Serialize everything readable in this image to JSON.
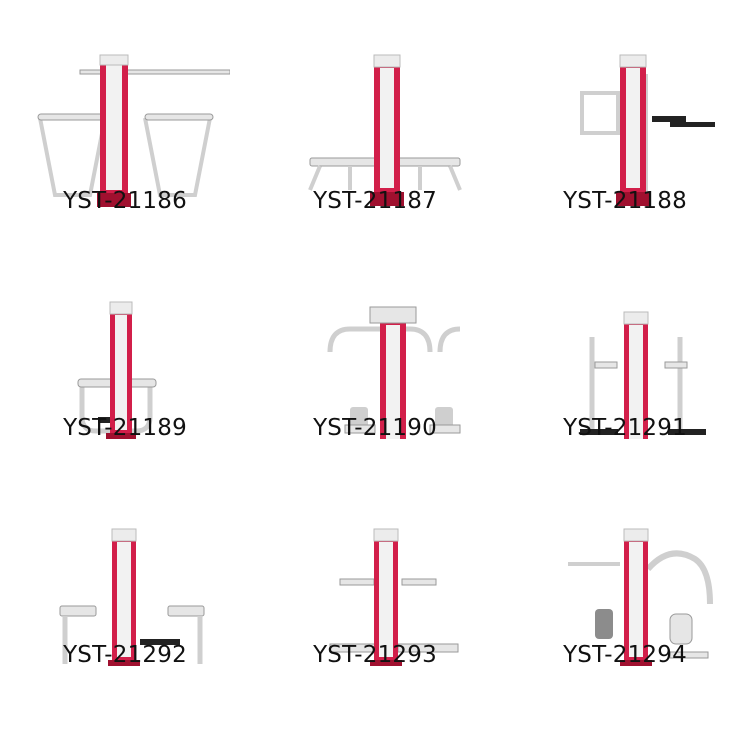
{
  "colors": {
    "frame_red": "#d21f4a",
    "frame_red_dark": "#a0102f",
    "steel": "#e6e6e6",
    "steel_edge": "#9a9a9a",
    "panel": "#f2f2f2",
    "grip": "#222222",
    "text": "#111111"
  },
  "products": [
    {
      "code": "YST-21186",
      "icon": "chest-press-frame-icon"
    },
    {
      "code": "YST-21187",
      "icon": "bench-frame-icon"
    },
    {
      "code": "YST-21188",
      "icon": "push-pull-frame-icon"
    },
    {
      "code": "YST-21189",
      "icon": "seated-row-icon"
    },
    {
      "code": "YST-21190",
      "icon": "double-seat-press-icon"
    },
    {
      "code": "YST-21291",
      "icon": "double-walker-icon"
    },
    {
      "code": "YST-21292",
      "icon": "leg-press-icon"
    },
    {
      "code": "YST-21293",
      "icon": "twister-frame-icon"
    },
    {
      "code": "YST-21294",
      "icon": "pull-down-seat-icon"
    }
  ]
}
